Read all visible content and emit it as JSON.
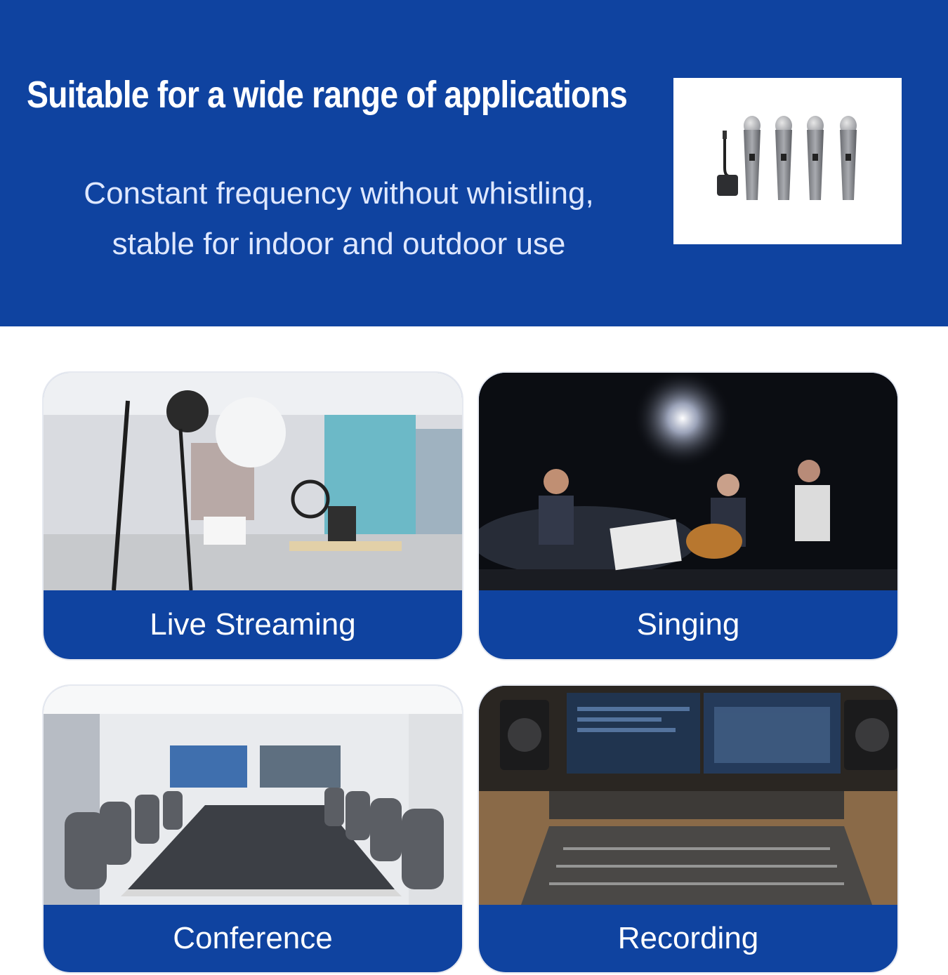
{
  "banner": {
    "headline": "Suitable for a wide range of applications",
    "description_line1": "Constant frequency without whistling,",
    "description_line2": "stable for indoor and outdoor use",
    "background_color": "#0f43a0"
  },
  "product_image": {
    "items": [
      "receiver-dongle",
      "microphone",
      "microphone",
      "microphone",
      "microphone"
    ]
  },
  "applications": [
    {
      "label": "Live Streaming",
      "image": "streaming-studio-photo"
    },
    {
      "label": "Singing",
      "image": "stage-band-photo"
    },
    {
      "label": "Conference",
      "image": "conference-room-photo"
    },
    {
      "label": "Recording",
      "image": "recording-studio-photo"
    }
  ]
}
